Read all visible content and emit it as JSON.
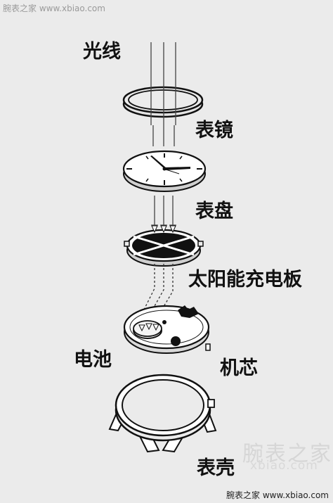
{
  "watermarks": {
    "top": "腕表之家 www.xbiao.com",
    "mid": "腕表之家",
    "mid_sub": "xbiao.com",
    "bottom": "腕表之家 www.xbiao.com"
  },
  "labels": {
    "light": "光线",
    "crystal": "表镜",
    "dial": "表盘",
    "solar_panel": "太阳能充电板",
    "battery": "电池",
    "movement": "机芯",
    "case": "表壳"
  }
}
